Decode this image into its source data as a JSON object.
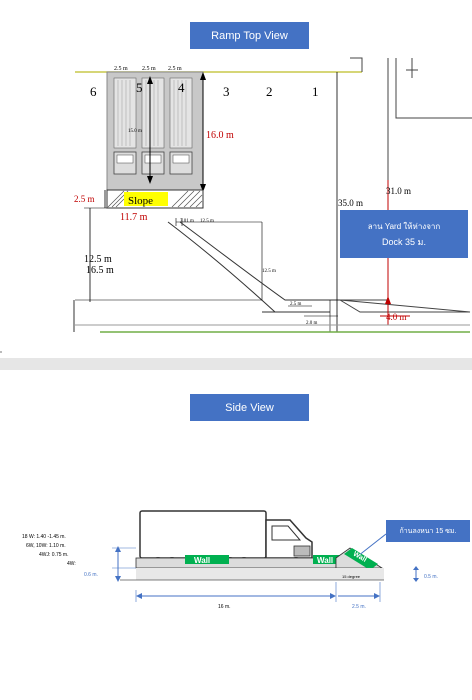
{
  "top_view": {
    "title": "Ramp Top View",
    "bay_numbers": [
      "6",
      "5",
      "4",
      "3",
      "2",
      "1"
    ],
    "bay_width_labels": [
      "2.5 m",
      "2.5 m",
      "2.5 m"
    ],
    "truck_length_label": "15.0 m",
    "dock_depth_label": "16.0 m",
    "setback_label": "2.5 m",
    "slope_label": "Slope",
    "slope_width_label": "11.7 m",
    "small_labels": [
      "3.01 m",
      "12.5 m"
    ],
    "left_labels": [
      "12.5 m",
      "16.5 m"
    ],
    "curve_label": "12.5 m",
    "label_2_5": "2.5 m",
    "label_2_0": "2.0 m",
    "label_4_0": "4.0 m",
    "label_35_0": "35.0 m",
    "label_31_0": "31.0 m",
    "yard_note_line1": "ลาน Yard ให้ห่างจาก",
    "yard_note_line2": "Dock 35 ม."
  },
  "side_view": {
    "title": "Side View",
    "heights": [
      "18 W: 1.40 -1.45 m.",
      "6W, 10W: 1.10 m.",
      "4WJ: 0.75 m.",
      "4W:"
    ],
    "left_height": "0.6 m.",
    "right_height": "0.5 m.",
    "wall_labels": [
      "Wall",
      "Wall",
      "Wall"
    ],
    "degree_label": "15 degree",
    "length_label": "16 m.",
    "ramp_length_label": "2.5 m.",
    "note": "ก้านลงหนา 15 ซม."
  },
  "colors": {
    "accent": "#4472c4",
    "red": "#c00000",
    "yellow": "#ffff00",
    "ground_green": "#70ad47",
    "wall_green": "#00b050",
    "top_line": "#c9c94a"
  }
}
